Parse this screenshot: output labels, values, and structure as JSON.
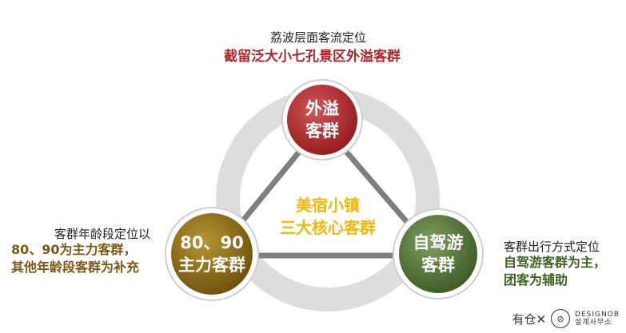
{
  "top": {
    "subtitle": "荔波层面客流定位",
    "headline": "截留泛大小七孔景区外溢客群"
  },
  "left": {
    "subtitle": "客群年龄段定位以",
    "line1": "80、90为主力客群，",
    "line2": "其他年龄段客群为补充"
  },
  "right": {
    "subtitle": "客群出行方式定位",
    "line1": "自驾游客群为主，",
    "line2": "团客为辅助"
  },
  "center": {
    "line1": "美宿小镇",
    "line2": "三大核心客群"
  },
  "nodes": {
    "top": {
      "line1": "外溢",
      "line2": "客群"
    },
    "left": {
      "line1": "80、90",
      "line2": "主力客群"
    },
    "right": {
      "line1": "自驾游",
      "line2": "客群"
    }
  },
  "colors": {
    "red": "#b0252a",
    "olive": "#8a6a12",
    "green": "#4a7030",
    "center_text": "#f2b705",
    "ring": "#d9d9d9"
  },
  "watermark": {
    "text": "有仓✕",
    "logo_text": "DESIGNOB",
    "logo_sub": "설계사무소"
  }
}
